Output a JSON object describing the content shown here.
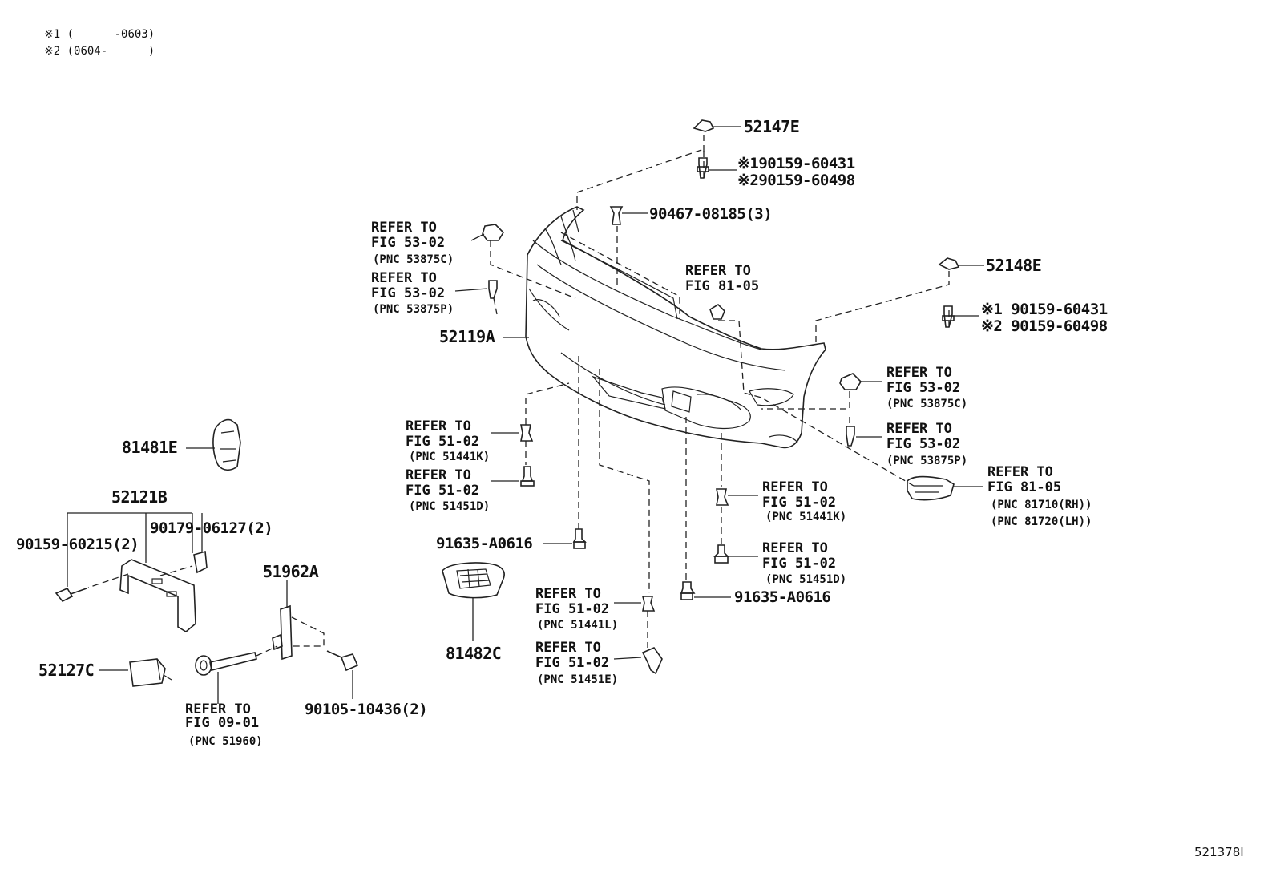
{
  "notes": {
    "note1": "※1 (      -0603)",
    "note2": "※2 (0604-      )"
  },
  "diagram_id": "521378I",
  "parts": {
    "p52147E": "52147E",
    "p90159_60431_a": "※190159-60431",
    "p90159_60498_a": "※290159-60498",
    "p90467_08185": "90467-08185(3)",
    "p52148E": "52148E",
    "p90159_60431_b": "※1 90159-60431",
    "p90159_60498_b": "※2 90159-60498",
    "p52119A": "52119A",
    "p81481E": "81481E",
    "p52121B": "52121B",
    "p90159_60215": "90159-60215(2)",
    "p90179_06127": "90179-06127(2)",
    "p51962A": "51962A",
    "p52127C": "52127C",
    "p90105_10436": "90105-10436(2)",
    "p91635_A0616_a": "91635-A0616",
    "p81482C": "81482C",
    "p91635_A0616_b": "91635-A0616"
  },
  "refs": {
    "r1": {
      "l1": "REFER TO",
      "l2": "FIG 53-02",
      "pnc": "(PNC 53875C)"
    },
    "r2": {
      "l1": "REFER TO",
      "l2": "FIG 53-02",
      "pnc": "(PNC 53875P)"
    },
    "r3": {
      "l1": "REFER TO",
      "l2": "FIG 81-05"
    },
    "r4": {
      "l1": "REFER TO",
      "l2": "FIG 53-02",
      "pnc": "(PNC 53875C)"
    },
    "r5": {
      "l1": "REFER TO",
      "l2": "FIG 53-02",
      "pnc": "(PNC 53875P)"
    },
    "r6": {
      "l1": "REFER TO",
      "l2": "FIG 81-05",
      "pnc": "(PNC 81710(RH))",
      "pnc2": "(PNC 81720(LH))"
    },
    "r7": {
      "l1": "REFER TO",
      "l2": "FIG 51-02",
      "pnc": "(PNC 51441K)"
    },
    "r8": {
      "l1": "REFER TO",
      "l2": "FIG 51-02",
      "pnc": "(PNC 51451D)"
    },
    "r9": {
      "l1": "REFER TO",
      "l2": "FIG 51-02",
      "pnc": "(PNC 51441K)"
    },
    "r10": {
      "l1": "REFER TO",
      "l2": "FIG 51-02",
      "pnc": "(PNC 51451D)"
    },
    "r11": {
      "l1": "REFER TO",
      "l2": "FIG 51-02",
      "pnc": "(PNC 51441L)"
    },
    "r12": {
      "l1": "REFER TO",
      "l2": "FIG 51-02",
      "pnc": "(PNC 51451E)"
    },
    "r13": {
      "l1": "REFER TO",
      "l2": "FIG 09-01",
      "pnc": "(PNC 51960)"
    }
  }
}
